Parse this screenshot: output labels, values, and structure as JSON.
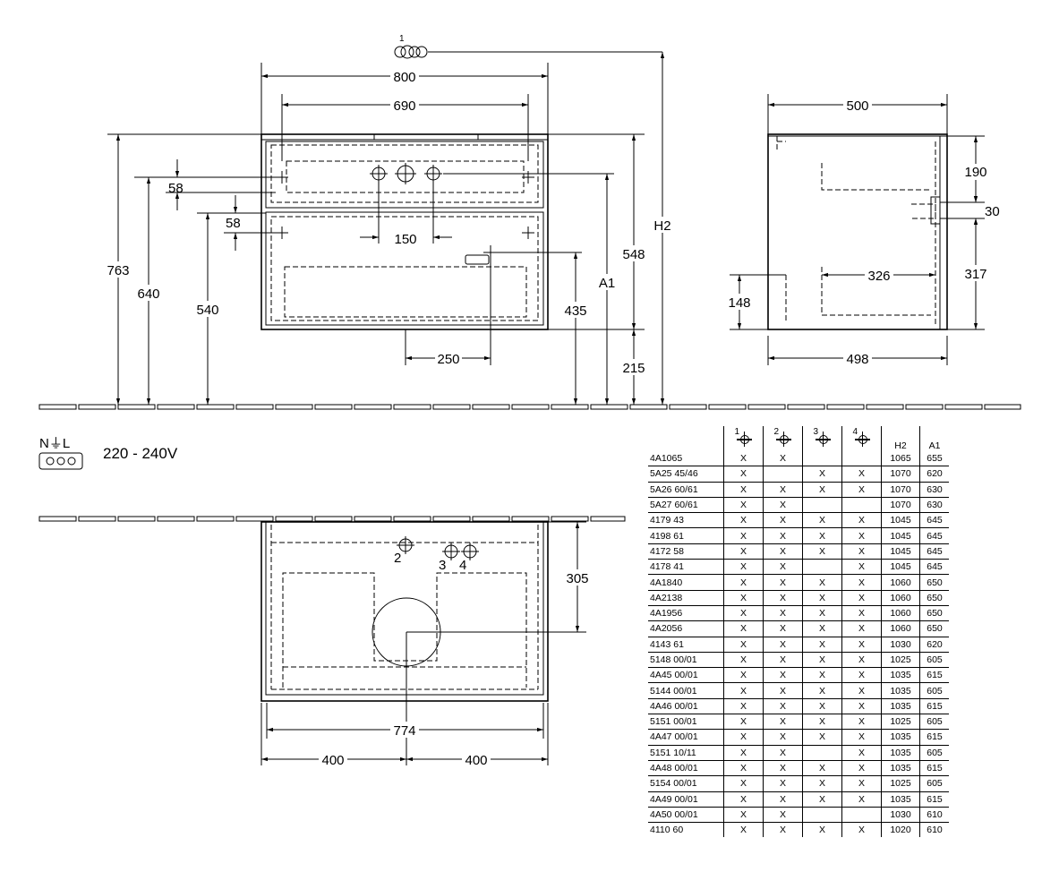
{
  "front_view": {
    "dims": {
      "width_overall": "800",
      "width_inner": "690",
      "tap_spacing": "150",
      "drain_offset": "250",
      "h_total": "763",
      "h_640": "640",
      "h_540": "540",
      "gap_58_upper": "58",
      "gap_58_lower": "58",
      "h_548": "548",
      "h_215": "215",
      "h_435": "435",
      "a1_label": "A1",
      "h2_label": "H2"
    },
    "callout_1": "1"
  },
  "side_view": {
    "dims": {
      "depth_top": "500",
      "depth_bottom": "498",
      "h_190": "190",
      "h_30": "30",
      "h_317": "317",
      "h_148": "148",
      "d_326": "326"
    }
  },
  "electrical": {
    "symbol_label": "N⏚L",
    "voltage": "220 - 240V"
  },
  "top_view": {
    "dims": {
      "inner_width": "774",
      "left_half": "400",
      "right_half": "400",
      "depth_305": "305"
    },
    "hole_labels": [
      "2",
      "3",
      "4"
    ]
  },
  "table": {
    "headers": [
      "",
      "1",
      "2",
      "3",
      "4",
      "H2",
      "A1"
    ],
    "rows": [
      [
        "4A1065",
        "X",
        "X",
        "",
        "",
        "1065",
        "655"
      ],
      [
        "5A25 45/46",
        "X",
        "",
        "X",
        "X",
        "1070",
        "620"
      ],
      [
        "5A26 60/61",
        "X",
        "X",
        "X",
        "X",
        "1070",
        "630"
      ],
      [
        "5A27 60/61",
        "X",
        "X",
        "",
        "",
        "1070",
        "630"
      ],
      [
        "4179 43",
        "X",
        "X",
        "X",
        "X",
        "1045",
        "645"
      ],
      [
        "4198 61",
        "X",
        "X",
        "X",
        "X",
        "1045",
        "645"
      ],
      [
        "4172 58",
        "X",
        "X",
        "X",
        "X",
        "1045",
        "645"
      ],
      [
        "4178 41",
        "X",
        "X",
        "",
        "X",
        "1045",
        "645"
      ],
      [
        "4A1840",
        "X",
        "X",
        "X",
        "X",
        "1060",
        "650"
      ],
      [
        "4A2138",
        "X",
        "X",
        "X",
        "X",
        "1060",
        "650"
      ],
      [
        "4A1956",
        "X",
        "X",
        "X",
        "X",
        "1060",
        "650"
      ],
      [
        "4A2056",
        "X",
        "X",
        "X",
        "X",
        "1060",
        "650"
      ],
      [
        "4143 61",
        "X",
        "X",
        "X",
        "X",
        "1030",
        "620"
      ],
      [
        "5148 00/01",
        "X",
        "X",
        "X",
        "X",
        "1025",
        "605"
      ],
      [
        "4A45 00/01",
        "X",
        "X",
        "X",
        "X",
        "1035",
        "615"
      ],
      [
        "5144 00/01",
        "X",
        "X",
        "X",
        "X",
        "1035",
        "605"
      ],
      [
        "4A46 00/01",
        "X",
        "X",
        "X",
        "X",
        "1035",
        "615"
      ],
      [
        "5151 00/01",
        "X",
        "X",
        "X",
        "X",
        "1025",
        "605"
      ],
      [
        "4A47 00/01",
        "X",
        "X",
        "X",
        "X",
        "1035",
        "615"
      ],
      [
        "5151 10/11",
        "X",
        "X",
        "",
        "X",
        "1035",
        "605"
      ],
      [
        "4A48 00/01",
        "X",
        "X",
        "X",
        "X",
        "1035",
        "615"
      ],
      [
        "5154 00/01",
        "X",
        "X",
        "X",
        "X",
        "1025",
        "605"
      ],
      [
        "4A49 00/01",
        "X",
        "X",
        "X",
        "X",
        "1035",
        "615"
      ],
      [
        "4A50 00/01",
        "X",
        "X",
        "",
        "",
        "1030",
        "610"
      ],
      [
        "4110 60",
        "X",
        "X",
        "X",
        "X",
        "1020",
        "610"
      ]
    ]
  }
}
